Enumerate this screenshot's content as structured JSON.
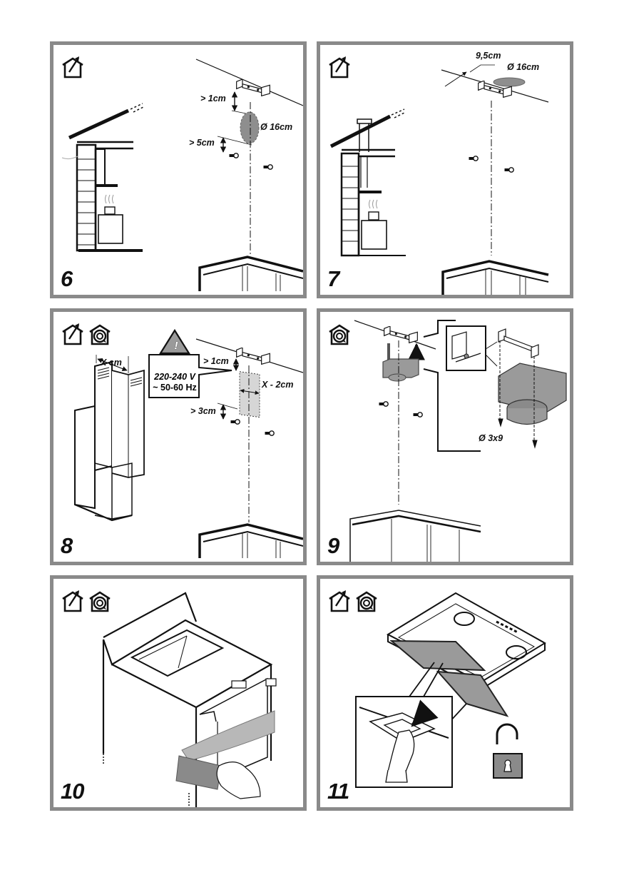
{
  "document": {
    "type": "installation-instructions",
    "subject": "cooker hood wall mounting steps"
  },
  "icons": {
    "ducted": "ducted-mode-icon",
    "recirculating": "recirculation-mode-icon",
    "lock": "padlock-open-icon",
    "warning": "warning-triangle-icon"
  },
  "panels": [
    {
      "step": "6",
      "modes": [
        "ducted"
      ],
      "labels": {
        "gap_top": "> 1cm",
        "diameter": "Ø 16cm",
        "gap_bottom": "> 5cm"
      }
    },
    {
      "step": "7",
      "modes": [
        "ducted"
      ],
      "labels": {
        "offset": "9,5cm",
        "diameter": "Ø 16cm"
      }
    },
    {
      "step": "8",
      "modes": [
        "ducted",
        "recirculating"
      ],
      "labels": {
        "width": "X cm",
        "gap_top": "> 1cm",
        "socket_width": "X - 2cm",
        "gap_bottom": "> 3cm"
      },
      "warning": {
        "voltage": "220-240 V",
        "frequency": "~ 50-60 Hz",
        "symbol": "!"
      }
    },
    {
      "step": "9",
      "modes": [
        "recirculating"
      ],
      "labels": {
        "screw": "Ø 3x9"
      }
    },
    {
      "step": "10",
      "modes": [
        "ducted",
        "recirculating"
      ],
      "labels": {}
    },
    {
      "step": "11",
      "modes": [
        "ducted",
        "recirculating"
      ],
      "labels": {}
    }
  ],
  "colors": {
    "frame": "#8a8a8a",
    "fill_gray": "#9a9a9a",
    "light_gray": "#d6d6d6",
    "ink": "#111111"
  }
}
